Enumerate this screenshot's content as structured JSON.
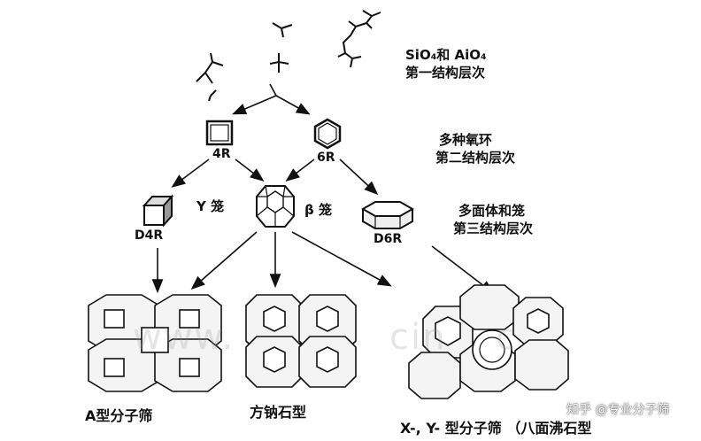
{
  "levels": [
    {
      "line1": "SiO₄和  AiO₄",
      "line2": "第一结构层次"
    },
    {
      "line1": "多种氧环",
      "line2": "第二结构层次"
    },
    {
      "line1": "多面体和笼",
      "line2": "第三结构层次"
    }
  ],
  "rings": {
    "r4": "4R",
    "r6": "6R"
  },
  "cages": {
    "d4r": "D4R",
    "gamma": "Y 笼",
    "beta": "β 笼",
    "d6r": "D6R"
  },
  "zeolites": {
    "a": "A型分子筛",
    "sodalite": "方钠石型",
    "xy": "X-, Y- 型分子筛 （八面沸石型"
  },
  "watermark": "www.",
  "watermark2": "cin",
  "watermark3": "c",
  "credit": "知乎 @专业分子筛"
}
